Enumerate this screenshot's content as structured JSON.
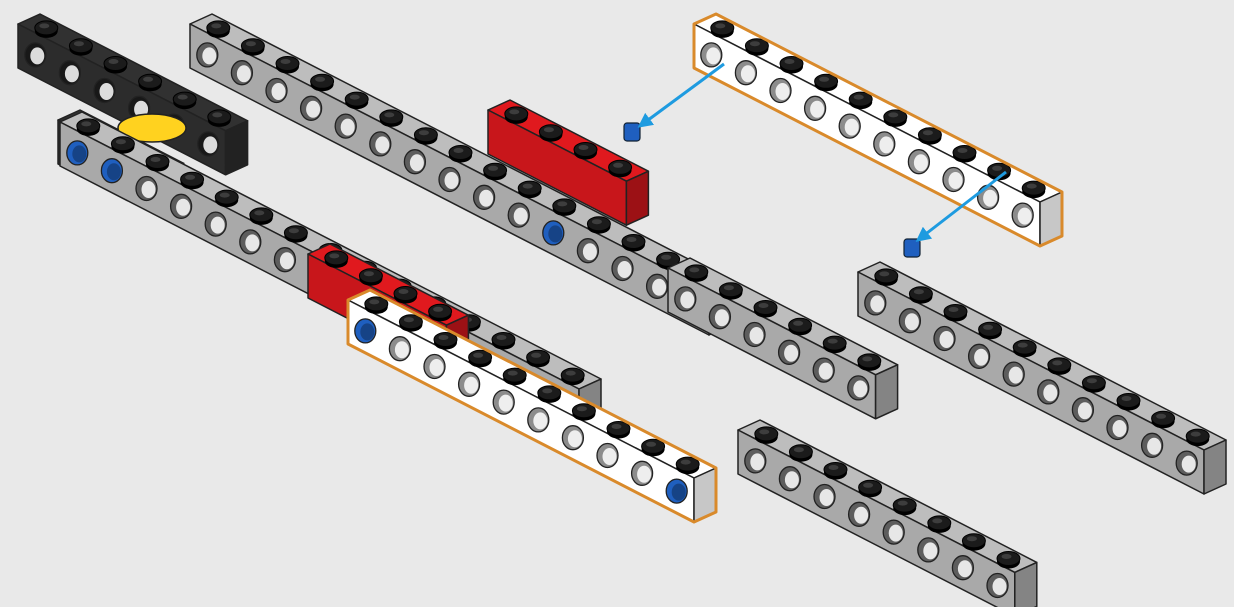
{
  "diagram": {
    "kind": "building-instruction-step",
    "background_color": "#e9e9e9",
    "colors": {
      "beam_gray": "#a9a9a9",
      "beam_black": "#2c2c2c",
      "beam_red": "#c8161b",
      "beam_white": "#ffffff",
      "accent_yellow": "#ffd21f",
      "stud": "#1b1b1b",
      "pin_blue": "#1f5fbf",
      "arrow": "#1e9be0",
      "highlight_outline": "#d98a2b"
    },
    "parts": [
      {
        "name": "black-beam-back",
        "color": "black"
      },
      {
        "name": "black-beam-front",
        "color": "black"
      },
      {
        "name": "gray-beam-long-rear",
        "color": "gray"
      },
      {
        "name": "gray-beam-long-front",
        "color": "gray"
      },
      {
        "name": "gray-frame-square",
        "color": "gray"
      },
      {
        "name": "gray-beam-right",
        "color": "gray"
      },
      {
        "name": "red-brick-rear",
        "color": "red"
      },
      {
        "name": "red-brick-front",
        "color": "red"
      },
      {
        "name": "white-beam-new",
        "color": "white",
        "highlighted": true
      },
      {
        "name": "white-beam-placed",
        "color": "white",
        "highlighted": true
      }
    ],
    "arrows": [
      {
        "name": "insert-arrow-1",
        "color": "blue"
      },
      {
        "name": "insert-arrow-2",
        "color": "blue"
      }
    ]
  }
}
